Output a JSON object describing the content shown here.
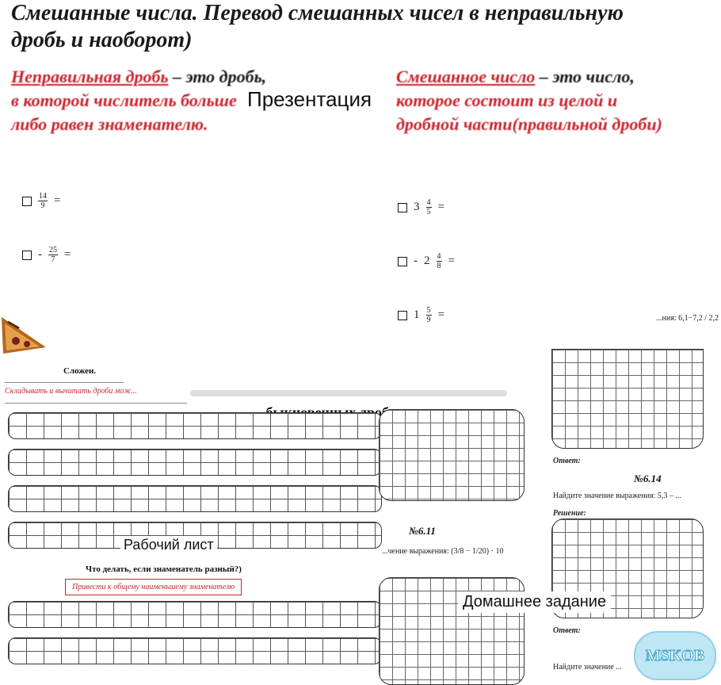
{
  "slide": {
    "title_line1": "Смешанные числа. Перевод смешанных чисел в неправильную",
    "title_line2": "дробь и наоборот)",
    "left_def_term": "Неправильная дробь",
    "left_def_dash": " – это дробь,",
    "left_def_line2": "в которой числитель больше",
    "left_def_line3": "либо равен знаменателю.",
    "right_def_term": "Смешанное число",
    "right_def_dash": " – это число,",
    "right_def_line2": "которое состоит из целой и",
    "right_def_line3": "дробной части(правильной дроби)"
  },
  "exercises_left": [
    {
      "prefix": "",
      "num": "14",
      "den": "9",
      "suffix": "="
    },
    {
      "prefix": "-",
      "num": "25",
      "den": "7",
      "suffix": "="
    }
  ],
  "exercises_right": [
    {
      "whole": "3",
      "num": "4",
      "den": "5",
      "suffix": "=",
      "prefix": ""
    },
    {
      "whole": "2",
      "num": "4",
      "den": "8",
      "suffix": "=",
      "prefix": "-"
    },
    {
      "whole": "1",
      "num": "5",
      "den": "9",
      "suffix": "=",
      "prefix": ""
    }
  ],
  "overlay_labels": {
    "presentation": "Презентация",
    "worksheet": "Рабочий лист",
    "homework": "Домашнее задание"
  },
  "worksheet": {
    "heading": "Сложен.",
    "red_note": "Складывать и вычитать дроби мож...",
    "partial_heading": "...быкновенных дроб...",
    "question": "Что делать, если знаменатель разный?)",
    "answer": "Привести к общему наименьшему знаменателю"
  },
  "homework": {
    "top_expr": "...ния: 6,1−7,2 / 2,2",
    "answer_label_1": "Ответ:",
    "task_614": "№6.14",
    "task_614_text": "Найдите значение выражения: 5,3 – ...",
    "solution_label": "Решение:",
    "task_611": "№6.11",
    "task_611_text": "...чение выражения: (3/8 − 1/20) · 10",
    "answer_label_2": "Ответ:",
    "bottom_text": "Найдите значение ..."
  },
  "watermark": "MSKOB"
}
